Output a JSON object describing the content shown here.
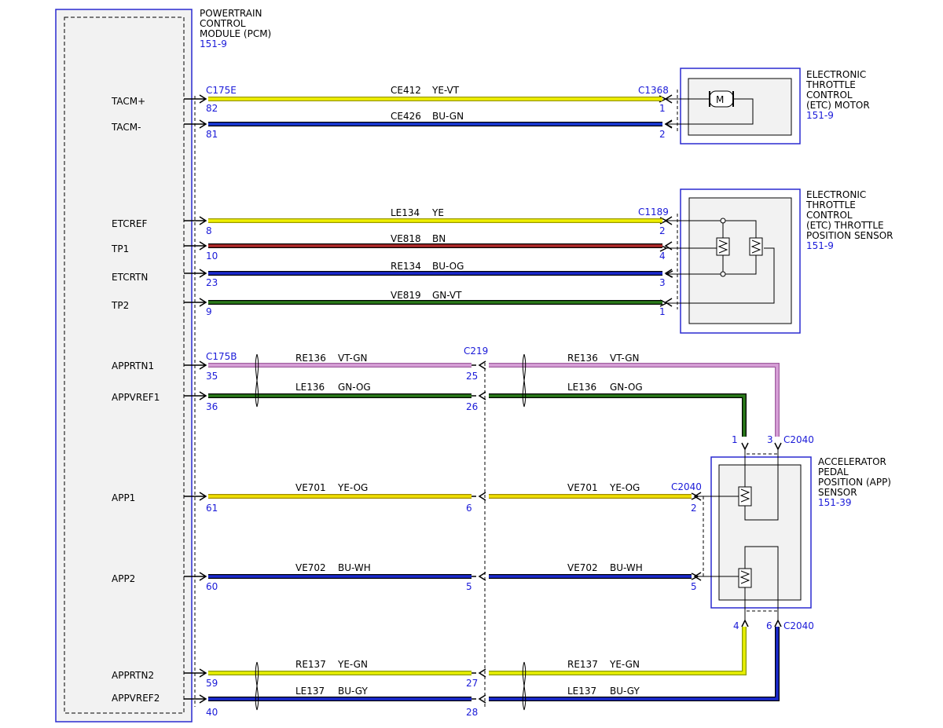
{
  "colors": {
    "frame_blue": "#2a2ad0",
    "text_blue": "#1a1ad8",
    "box_fill": "#f2f2f2",
    "YE": "#f0f000",
    "YE-VT": "#f0f000",
    "BU-GN": "#1a3ad8",
    "BN": "#b02a2a",
    "BU-OG": "#1a2ad0",
    "GN-VT": "#2a7a1a",
    "VT-GN": "#d8a0d8",
    "GN-OG": "#2a7a1a",
    "YE-OG": "#f0e000",
    "BU-WH": "#1a2ad0",
    "YE-GN": "#e8f000",
    "BU-GY": "#1a2ad0"
  },
  "pcm": {
    "name_lines": [
      "POWERTRAIN",
      "CONTROL",
      "MODULE (PCM)"
    ],
    "ref": "151-9"
  },
  "pcm_pins": [
    "TACM+",
    "TACM-",
    "ETCREF",
    "TP1",
    "ETCRTN",
    "TP2",
    "APPRTN1",
    "APPVREF1",
    "APP1",
    "APP2",
    "APPRTN2",
    "APPVREF2"
  ],
  "connectors": {
    "c175e": "C175E",
    "c175b": "C175B",
    "c1368": "C1368",
    "c1189": "C1189",
    "c219": "C219",
    "c2040_top": "C2040",
    "c2040_mid": "C2040",
    "c2040_bot": "C2040"
  },
  "components": {
    "etc_motor": {
      "name_lines": [
        "ELECTRONIC",
        "THROTTLE",
        "CONTROL",
        "(ETC) MOTOR"
      ],
      "ref": "151-9",
      "motor_symbol": "M"
    },
    "etc_tps": {
      "name_lines": [
        "ELECTRONIC",
        "THROTTLE",
        "CONTROL",
        "(ETC) THROTTLE",
        "POSITION SENSOR"
      ],
      "ref": "151-9"
    },
    "app_sensor": {
      "name_lines": [
        "ACCELERATOR",
        "PEDAL",
        "POSITION (APP)",
        "SENSOR"
      ],
      "ref": "151-39"
    }
  },
  "wires": [
    {
      "circuit": "CE412",
      "color": "YE-VT",
      "pcm_pin": "82",
      "far_pin": "1"
    },
    {
      "circuit": "CE426",
      "color": "BU-GN",
      "pcm_pin": "81",
      "far_pin": "2"
    },
    {
      "circuit": "LE134",
      "color": "YE",
      "pcm_pin": "8",
      "far_pin": "2"
    },
    {
      "circuit": "VE818",
      "color": "BN",
      "pcm_pin": "10",
      "far_pin": "4"
    },
    {
      "circuit": "RE134",
      "color": "BU-OG",
      "pcm_pin": "23",
      "far_pin": "3"
    },
    {
      "circuit": "VE819",
      "color": "GN-VT",
      "pcm_pin": "9",
      "far_pin": "1"
    },
    {
      "circuit": "RE136",
      "color": "VT-GN",
      "pcm_pin": "35",
      "c219_pin": "25",
      "far_pin": "3"
    },
    {
      "circuit": "LE136",
      "color": "GN-OG",
      "pcm_pin": "36",
      "c219_pin": "26",
      "far_pin": "1"
    },
    {
      "circuit": "VE701",
      "color": "YE-OG",
      "pcm_pin": "61",
      "c219_pin": "6",
      "far_pin": "2"
    },
    {
      "circuit": "VE702",
      "color": "BU-WH",
      "pcm_pin": "60",
      "c219_pin": "5",
      "far_pin": "5"
    },
    {
      "circuit": "RE137",
      "color": "YE-GN",
      "pcm_pin": "59",
      "c219_pin": "27",
      "far_pin": "4"
    },
    {
      "circuit": "LE137",
      "color": "BU-GY",
      "pcm_pin": "40",
      "c219_pin": "28",
      "far_pin": "6"
    }
  ]
}
